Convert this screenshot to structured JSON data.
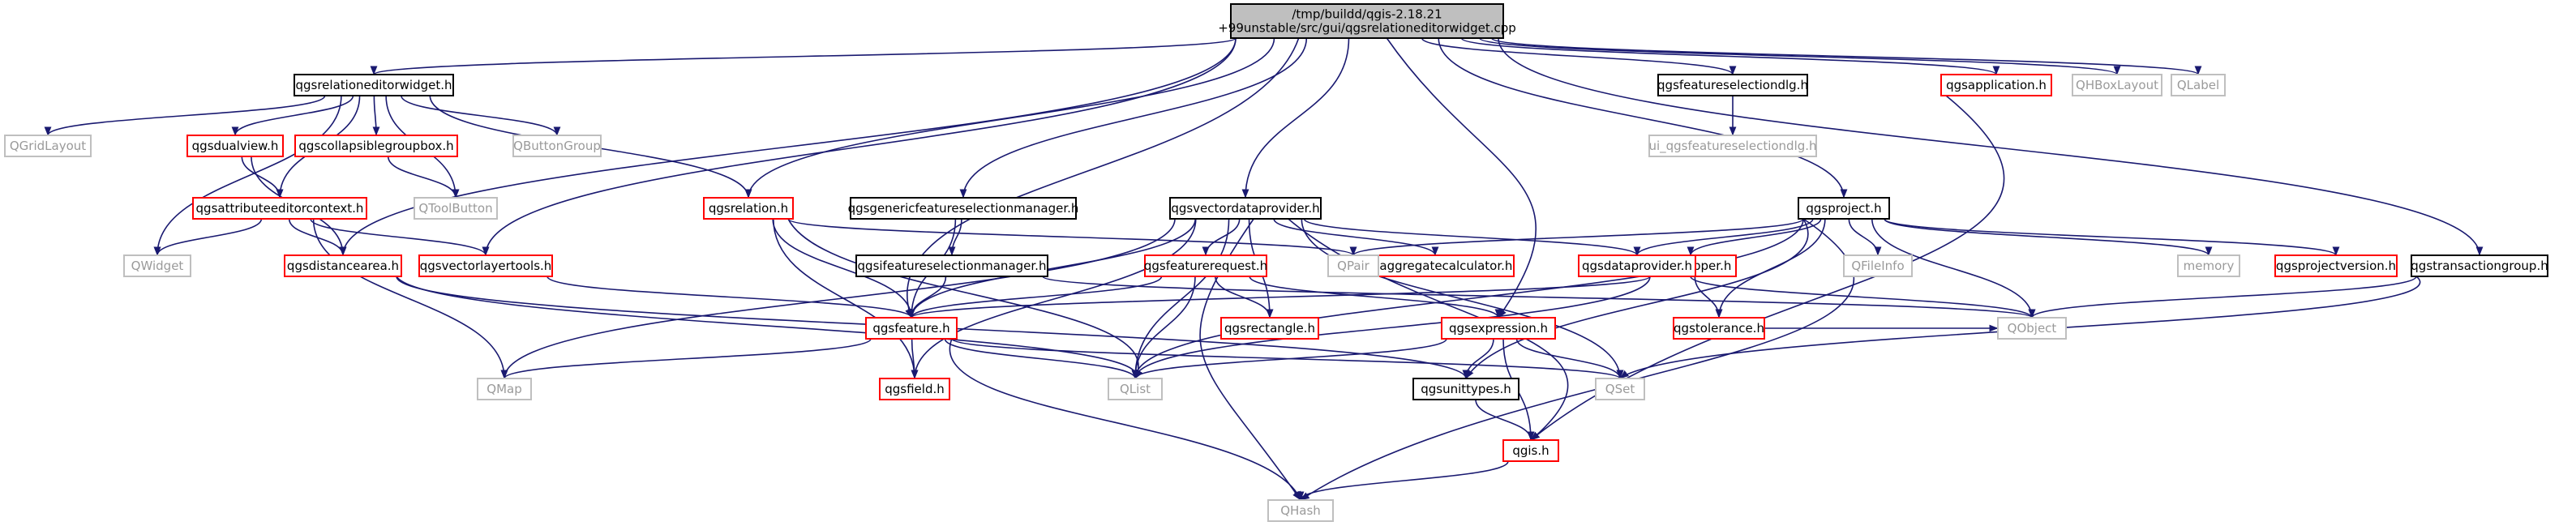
{
  "colors": {
    "edge": "#191970",
    "root_fill": "#bfbfbf",
    "documented_border": "#000000",
    "red_border": "#ff0000",
    "gray_border": "#bfbfbf",
    "gray_text": "#9a9a9a"
  },
  "nodes": [
    {
      "id": "root",
      "style": "root",
      "lines": [
        "/tmp/buildd/qgis-2.18.21",
        "+99unstable/src/gui/qgsrelationeditorwidget.cpp"
      ]
    },
    {
      "id": "qgsrelationeditorwidget_h",
      "style": "black",
      "lines": [
        "qgsrelationeditorwidget.h"
      ]
    },
    {
      "id": "qgridlayout",
      "style": "gray",
      "lines": [
        "QGridLayout"
      ]
    },
    {
      "id": "qgsdualview_h",
      "style": "red",
      "lines": [
        "qgsdualview.h"
      ]
    },
    {
      "id": "qgscollapsiblegroupbox_h",
      "style": "red",
      "lines": [
        "qgscollapsiblegroupbox.h"
      ]
    },
    {
      "id": "qbuttongroup",
      "style": "gray",
      "lines": [
        "QButtonGroup"
      ]
    },
    {
      "id": "qgsattributeeditorcontext_h",
      "style": "red",
      "lines": [
        "qgsattributeeditorcontext.h"
      ]
    },
    {
      "id": "qtoolbutton",
      "style": "gray",
      "lines": [
        "QToolButton"
      ]
    },
    {
      "id": "qwidget",
      "style": "gray",
      "lines": [
        "QWidget"
      ]
    },
    {
      "id": "qgsdistancearea_h",
      "style": "red",
      "lines": [
        "qgsdistancearea.h"
      ]
    },
    {
      "id": "qgsvectorlayertools_h",
      "style": "red",
      "lines": [
        "qgsvectorlayertools.h"
      ]
    },
    {
      "id": "qgsrelation_h",
      "style": "red",
      "lines": [
        "qgsrelation.h"
      ]
    },
    {
      "id": "qgsgenericfeatureselectionmanager_h",
      "style": "black",
      "lines": [
        "qgsgenericfeatureselectionmanager.h"
      ]
    },
    {
      "id": "qgsifeatureselectionmanager_h",
      "style": "black",
      "lines": [
        "qgsifeatureselectionmanager.h"
      ]
    },
    {
      "id": "qgsvectordataprovider_h",
      "style": "black",
      "lines": [
        "qgsvectordataprovider.h"
      ]
    },
    {
      "id": "qgsfeaturerequest_h",
      "style": "red",
      "lines": [
        "qgsfeaturerequest.h"
      ]
    },
    {
      "id": "qgsaggregatecalculator_h",
      "style": "red",
      "lines": [
        "qgsaggregatecalculator.h"
      ]
    },
    {
      "id": "qpair",
      "style": "gray",
      "lines": [
        "QPair"
      ]
    },
    {
      "id": "qgsfeatureselectiondlg_h",
      "style": "black",
      "lines": [
        "qgsfeatureselectiondlg.h"
      ]
    },
    {
      "id": "ui_qgsfeatureselectiondlg_h",
      "style": "gray",
      "lines": [
        "ui_qgsfeatureselectiondlg.h"
      ]
    },
    {
      "id": "qgsapplication_h",
      "style": "red",
      "lines": [
        "qgsapplication.h"
      ]
    },
    {
      "id": "qhboxlayout",
      "style": "gray",
      "lines": [
        "QHBoxLayout"
      ]
    },
    {
      "id": "qlabel",
      "style": "gray",
      "lines": [
        "QLabel"
      ]
    },
    {
      "id": "qgsproject_h",
      "style": "black",
      "lines": [
        "qgsproject.h"
      ]
    },
    {
      "id": "qgssnapper_h",
      "style": "red",
      "lines": [
        "qgssnapper.h"
      ]
    },
    {
      "id": "qgsdataprovider_h",
      "style": "red",
      "lines": [
        "qgsdataprovider.h"
      ]
    },
    {
      "id": "qfileinfo",
      "style": "gray",
      "lines": [
        "QFileInfo"
      ]
    },
    {
      "id": "memory",
      "style": "gray",
      "lines": [
        "memory"
      ]
    },
    {
      "id": "qgsprojectversion_h",
      "style": "red",
      "lines": [
        "qgsprojectversion.h"
      ]
    },
    {
      "id": "qgstransactiongroup_h",
      "style": "black",
      "lines": [
        "qgstransactiongroup.h"
      ]
    },
    {
      "id": "qgsfeature_h",
      "style": "red",
      "lines": [
        "qgsfeature.h"
      ]
    },
    {
      "id": "qgsrectangle_h",
      "style": "red",
      "lines": [
        "qgsrectangle.h"
      ]
    },
    {
      "id": "qgsexpression_h",
      "style": "red",
      "lines": [
        "qgsexpression.h"
      ]
    },
    {
      "id": "qgstolerance_h",
      "style": "red",
      "lines": [
        "qgstolerance.h"
      ]
    },
    {
      "id": "qobject",
      "style": "gray",
      "lines": [
        "QObject"
      ]
    },
    {
      "id": "qmap",
      "style": "gray",
      "lines": [
        "QMap"
      ]
    },
    {
      "id": "qgsfield_h",
      "style": "red",
      "lines": [
        "qgsfield.h"
      ]
    },
    {
      "id": "qlist",
      "style": "gray",
      "lines": [
        "QList"
      ]
    },
    {
      "id": "qgsunittypes_h",
      "style": "black",
      "lines": [
        "qgsunittypes.h"
      ]
    },
    {
      "id": "qset",
      "style": "gray",
      "lines": [
        "QSet"
      ]
    },
    {
      "id": "qgis_h",
      "style": "red",
      "lines": [
        "qgis.h"
      ]
    },
    {
      "id": "qhash",
      "style": "gray",
      "lines": [
        "QHash"
      ]
    }
  ],
  "edges": [
    [
      "root",
      "qgsrelationeditorwidget_h"
    ],
    [
      "root",
      "qgsdistancearea_h"
    ],
    [
      "root",
      "qgsvectorlayertools_h"
    ],
    [
      "root",
      "qgsrelation_h"
    ],
    [
      "root",
      "qgsgenericfeatureselectionmanager_h"
    ],
    [
      "root",
      "qgsvectordataprovider_h"
    ],
    [
      "root",
      "qgsfeatureselectiondlg_h"
    ],
    [
      "root",
      "qgsapplication_h"
    ],
    [
      "root",
      "qhboxlayout"
    ],
    [
      "root",
      "qlabel"
    ],
    [
      "root",
      "qgsproject_h"
    ],
    [
      "root",
      "qgstransactiongroup_h"
    ],
    [
      "root",
      "qgsexpression_h"
    ],
    [
      "root",
      "qgsfeature_h"
    ],
    [
      "qgsrelationeditorwidget_h",
      "qgridlayout"
    ],
    [
      "qgsrelationeditorwidget_h",
      "qgsdualview_h"
    ],
    [
      "qgsrelationeditorwidget_h",
      "qgscollapsiblegroupbox_h"
    ],
    [
      "qgsrelationeditorwidget_h",
      "qbuttongroup"
    ],
    [
      "qgsrelationeditorwidget_h",
      "qgsattributeeditorcontext_h"
    ],
    [
      "qgsrelationeditorwidget_h",
      "qtoolbutton"
    ],
    [
      "qgsrelationeditorwidget_h",
      "qwidget"
    ],
    [
      "qgsrelationeditorwidget_h",
      "qgsrelation_h"
    ],
    [
      "qgsdualview_h",
      "qgsattributeeditorcontext_h"
    ],
    [
      "qgsdualview_h",
      "qgsdistancearea_h"
    ],
    [
      "qgscollapsiblegroupbox_h",
      "qtoolbutton"
    ],
    [
      "qgsattributeeditorcontext_h",
      "qwidget"
    ],
    [
      "qgsattributeeditorcontext_h",
      "qgsdistancearea_h"
    ],
    [
      "qgsattributeeditorcontext_h",
      "qgsvectorlayertools_h"
    ],
    [
      "qgsattributeeditorcontext_h",
      "qmap"
    ],
    [
      "qgsdistancearea_h",
      "qgsunittypes_h"
    ],
    [
      "qgsdistancearea_h",
      "qlist"
    ],
    [
      "qgsvectorlayertools_h",
      "qgsfeature_h"
    ],
    [
      "qgsrelation_h",
      "qgsfeature_h"
    ],
    [
      "qgsrelation_h",
      "qgsfield_h"
    ],
    [
      "qgsrelation_h",
      "qlist"
    ],
    [
      "qgsrelation_h",
      "qpair"
    ],
    [
      "qgsgenericfeatureselectionmanager_h",
      "qgsifeatureselectionmanager_h"
    ],
    [
      "qgsgenericfeatureselectionmanager_h",
      "qgsfeature_h"
    ],
    [
      "qgsifeatureselectionmanager_h",
      "qgsfeature_h"
    ],
    [
      "qgsifeatureselectionmanager_h",
      "qobject"
    ],
    [
      "qgsvectordataprovider_h",
      "qgsfeature_h"
    ],
    [
      "qgsvectordataprovider_h",
      "qgsfeaturerequest_h"
    ],
    [
      "qgsvectordataprovider_h",
      "qgsaggregatecalculator_h"
    ],
    [
      "qgsvectordataprovider_h",
      "qgsrectangle_h"
    ],
    [
      "qgsvectordataprovider_h",
      "qgsdataprovider_h"
    ],
    [
      "qgsvectordataprovider_h",
      "qgsfield_h"
    ],
    [
      "qgsvectordataprovider_h",
      "qmap"
    ],
    [
      "qgsvectordataprovider_h",
      "qlist"
    ],
    [
      "qgsvectordataprovider_h",
      "qhash"
    ],
    [
      "qgsvectordataprovider_h",
      "qset"
    ],
    [
      "qgsvectordataprovider_h",
      "qgis_h"
    ],
    [
      "qgsfeaturerequest_h",
      "qgsfeature_h"
    ],
    [
      "qgsfeaturerequest_h",
      "qgsrectangle_h"
    ],
    [
      "qgsfeaturerequest_h",
      "qgsexpression_h"
    ],
    [
      "qgsfeaturerequest_h",
      "qlist"
    ],
    [
      "qgsfeatureselectiondlg_h",
      "ui_qgsfeatureselectiondlg_h"
    ],
    [
      "qgsapplication_h",
      "qgis_h"
    ],
    [
      "qgsproject_h",
      "qpair"
    ],
    [
      "qgsproject_h",
      "qgssnapper_h"
    ],
    [
      "qgsproject_h",
      "qgsdataprovider_h"
    ],
    [
      "qgsproject_h",
      "qfileinfo"
    ],
    [
      "qgsproject_h",
      "memory"
    ],
    [
      "qgsproject_h",
      "qgsprojectversion_h"
    ],
    [
      "qgsproject_h",
      "qobject"
    ],
    [
      "qgsproject_h",
      "qgstolerance_h"
    ],
    [
      "qgsproject_h",
      "qlist"
    ],
    [
      "qgsproject_h",
      "qgsunittypes_h"
    ],
    [
      "qgsproject_h",
      "qhash"
    ],
    [
      "qgssnapper_h",
      "qgsfeature_h"
    ],
    [
      "qgssnapper_h",
      "qgstolerance_h"
    ],
    [
      "qgssnapper_h",
      "qlist"
    ],
    [
      "qgsdataprovider_h",
      "qobject"
    ],
    [
      "qgstransactiongroup_h",
      "qobject"
    ],
    [
      "qgstransactiongroup_h",
      "qset"
    ],
    [
      "qgstolerance_h",
      "qobject"
    ],
    [
      "qgsfeature_h",
      "qmap"
    ],
    [
      "qgsfeature_h",
      "qgsfield_h"
    ],
    [
      "qgsfeature_h",
      "qlist"
    ],
    [
      "qgsfeature_h",
      "qset"
    ],
    [
      "qgsfeature_h",
      "qhash"
    ],
    [
      "qgsexpression_h",
      "qlist"
    ],
    [
      "qgsexpression_h",
      "qset"
    ],
    [
      "qgsexpression_h",
      "qgsunittypes_h"
    ],
    [
      "qgsexpression_h",
      "qgis_h"
    ],
    [
      "qgsunittypes_h",
      "qgis_h"
    ],
    [
      "qgis_h",
      "qhash"
    ]
  ]
}
